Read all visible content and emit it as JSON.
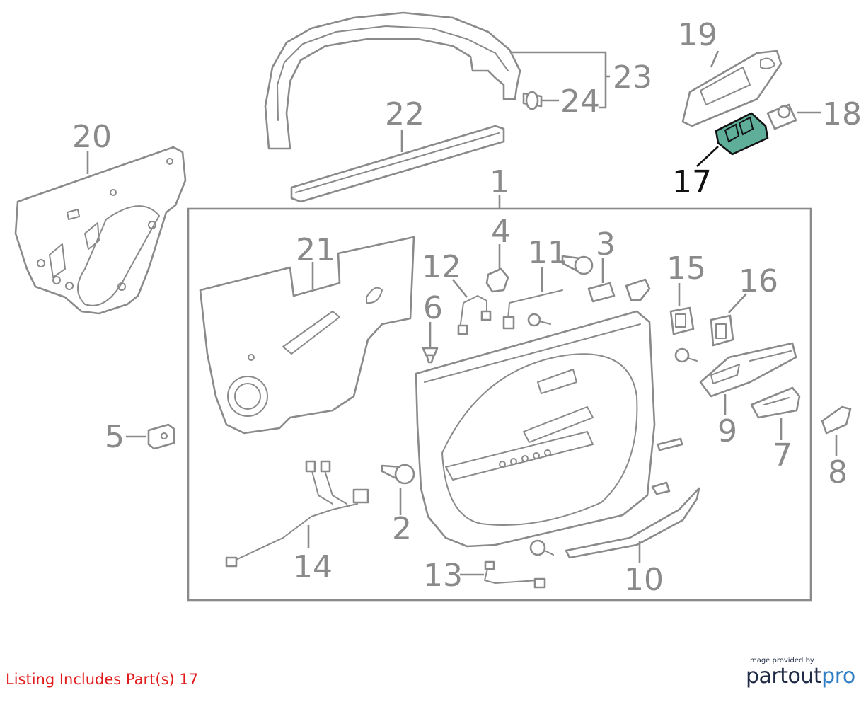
{
  "callouts": {
    "c1": "1",
    "c2": "2",
    "c3": "3",
    "c4": "4",
    "c5": "5",
    "c6": "6",
    "c7": "7",
    "c8": "8",
    "c9": "9",
    "c10": "10",
    "c11": "11",
    "c12": "12",
    "c13": "13",
    "c14": "14",
    "c15": "15",
    "c16": "16",
    "c17": "17",
    "c18": "18",
    "c19": "19",
    "c20": "20",
    "c21": "21",
    "c22": "22",
    "c23": "23",
    "c24": "24"
  },
  "highlighted_part": "17",
  "highlight_color": "#5fae9a",
  "line_color": "#8a8a8a",
  "listing": {
    "text": "Listing Includes Part(s)  17",
    "color": "#e01b1b"
  },
  "credit": {
    "caption": "Image provided by",
    "brand_part1": "partout",
    "brand_part2": "pro"
  }
}
